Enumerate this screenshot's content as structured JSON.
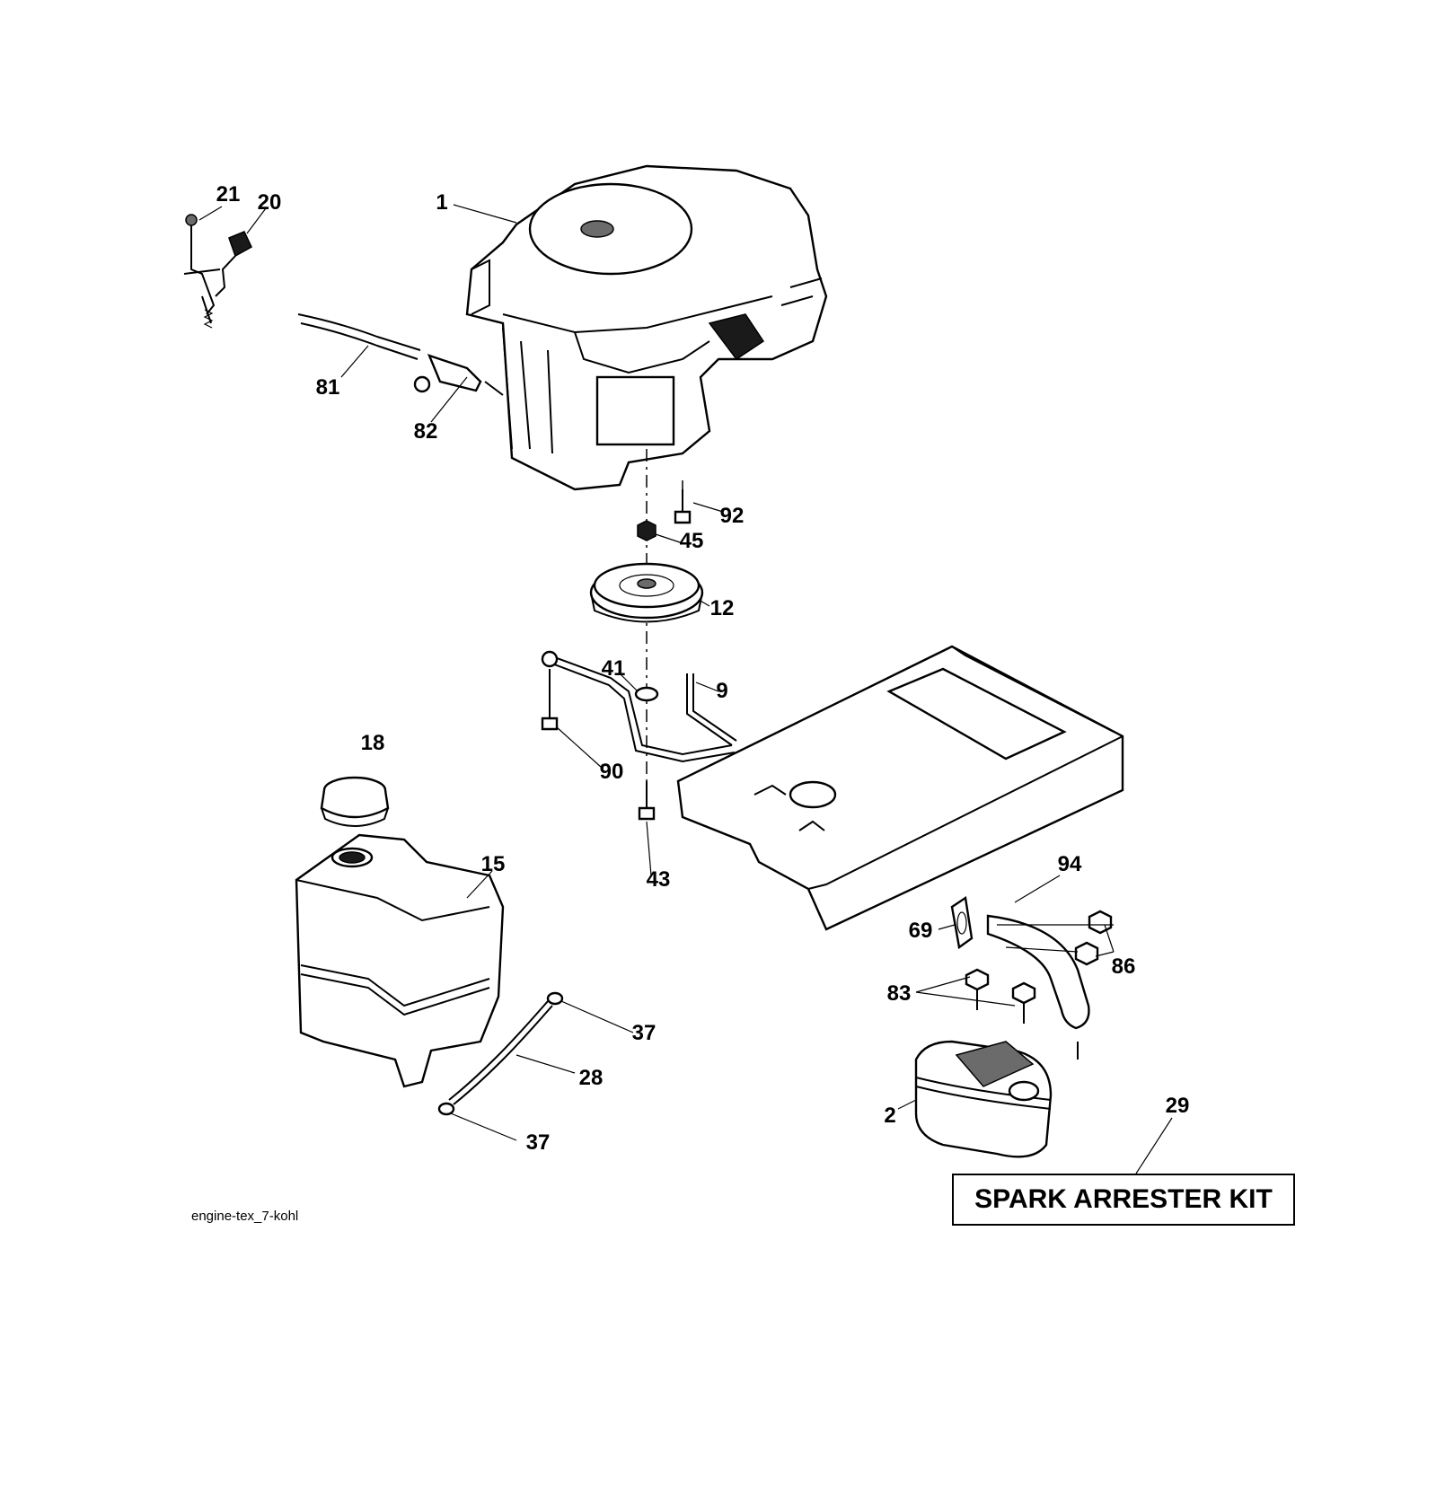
{
  "diagram_code": "engine-tex_7-kohl",
  "kit_label": "SPARK ARRESTER KIT",
  "callouts": {
    "c1": "1",
    "c2": "2",
    "c9": "9",
    "c12": "12",
    "c15": "15",
    "c18": "18",
    "c20": "20",
    "c21": "21",
    "c28": "28",
    "c29": "29",
    "c37a": "37",
    "c37b": "37",
    "c41": "41",
    "c43": "43",
    "c45": "45",
    "c69": "69",
    "c81": "81",
    "c82": "82",
    "c83": "83",
    "c86": "86",
    "c90": "90",
    "c92": "92",
    "c94": "94"
  }
}
